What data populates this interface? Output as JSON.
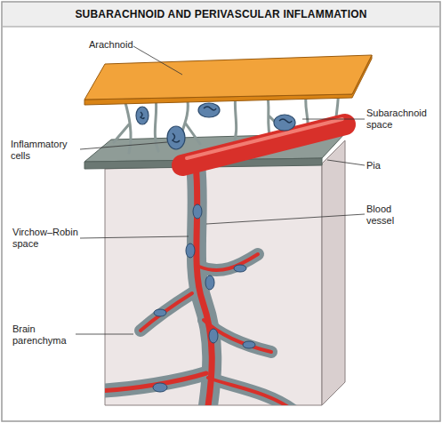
{
  "diagram": {
    "title": "SUBARACHNOID AND PERIVASCULAR INFLAMMATION",
    "labels": [
      "Arachnoid",
      "Subarachnoid space",
      "Inflammatory cells",
      "Pia",
      "Blood vessel",
      "Virchow–Robin space",
      "Brain parenchyma"
    ]
  }
}
